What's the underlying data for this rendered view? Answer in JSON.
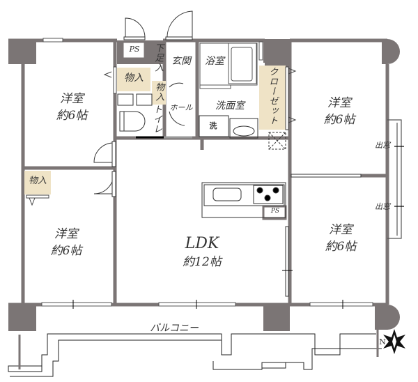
{
  "floor_plan": {
    "colors": {
      "wall": "#7b7575",
      "storage_fill": "#efe3c6",
      "line": "#333333",
      "background": "#ffffff"
    },
    "rooms": [
      {
        "id": "western-room-nw",
        "name": "洋室",
        "size": "約6帖"
      },
      {
        "id": "western-room-sw",
        "name": "洋室",
        "size": "約6帖"
      },
      {
        "id": "western-room-ne",
        "name": "洋室",
        "size": "約6帖"
      },
      {
        "id": "western-room-se",
        "name": "洋室",
        "size": "約6帖"
      },
      {
        "id": "ldk",
        "name": "LDK",
        "size": "約12帖"
      }
    ],
    "labels": {
      "entrance": "玄関",
      "bathroom": "浴室",
      "washroom": "洗面室",
      "hall": "ホール",
      "toilet": "トイレ",
      "shoe_storage": "下足入",
      "storage_nw": "物入",
      "storage_small": "物入",
      "storage_sw": "物入",
      "closet": "クローゼット",
      "washer": "洗",
      "ps_top": "PS",
      "ps_kitchen": "PS",
      "bay_window_1": "出窓",
      "bay_window_2": "出窓",
      "balcony": "バルコニー",
      "north": "N"
    }
  }
}
